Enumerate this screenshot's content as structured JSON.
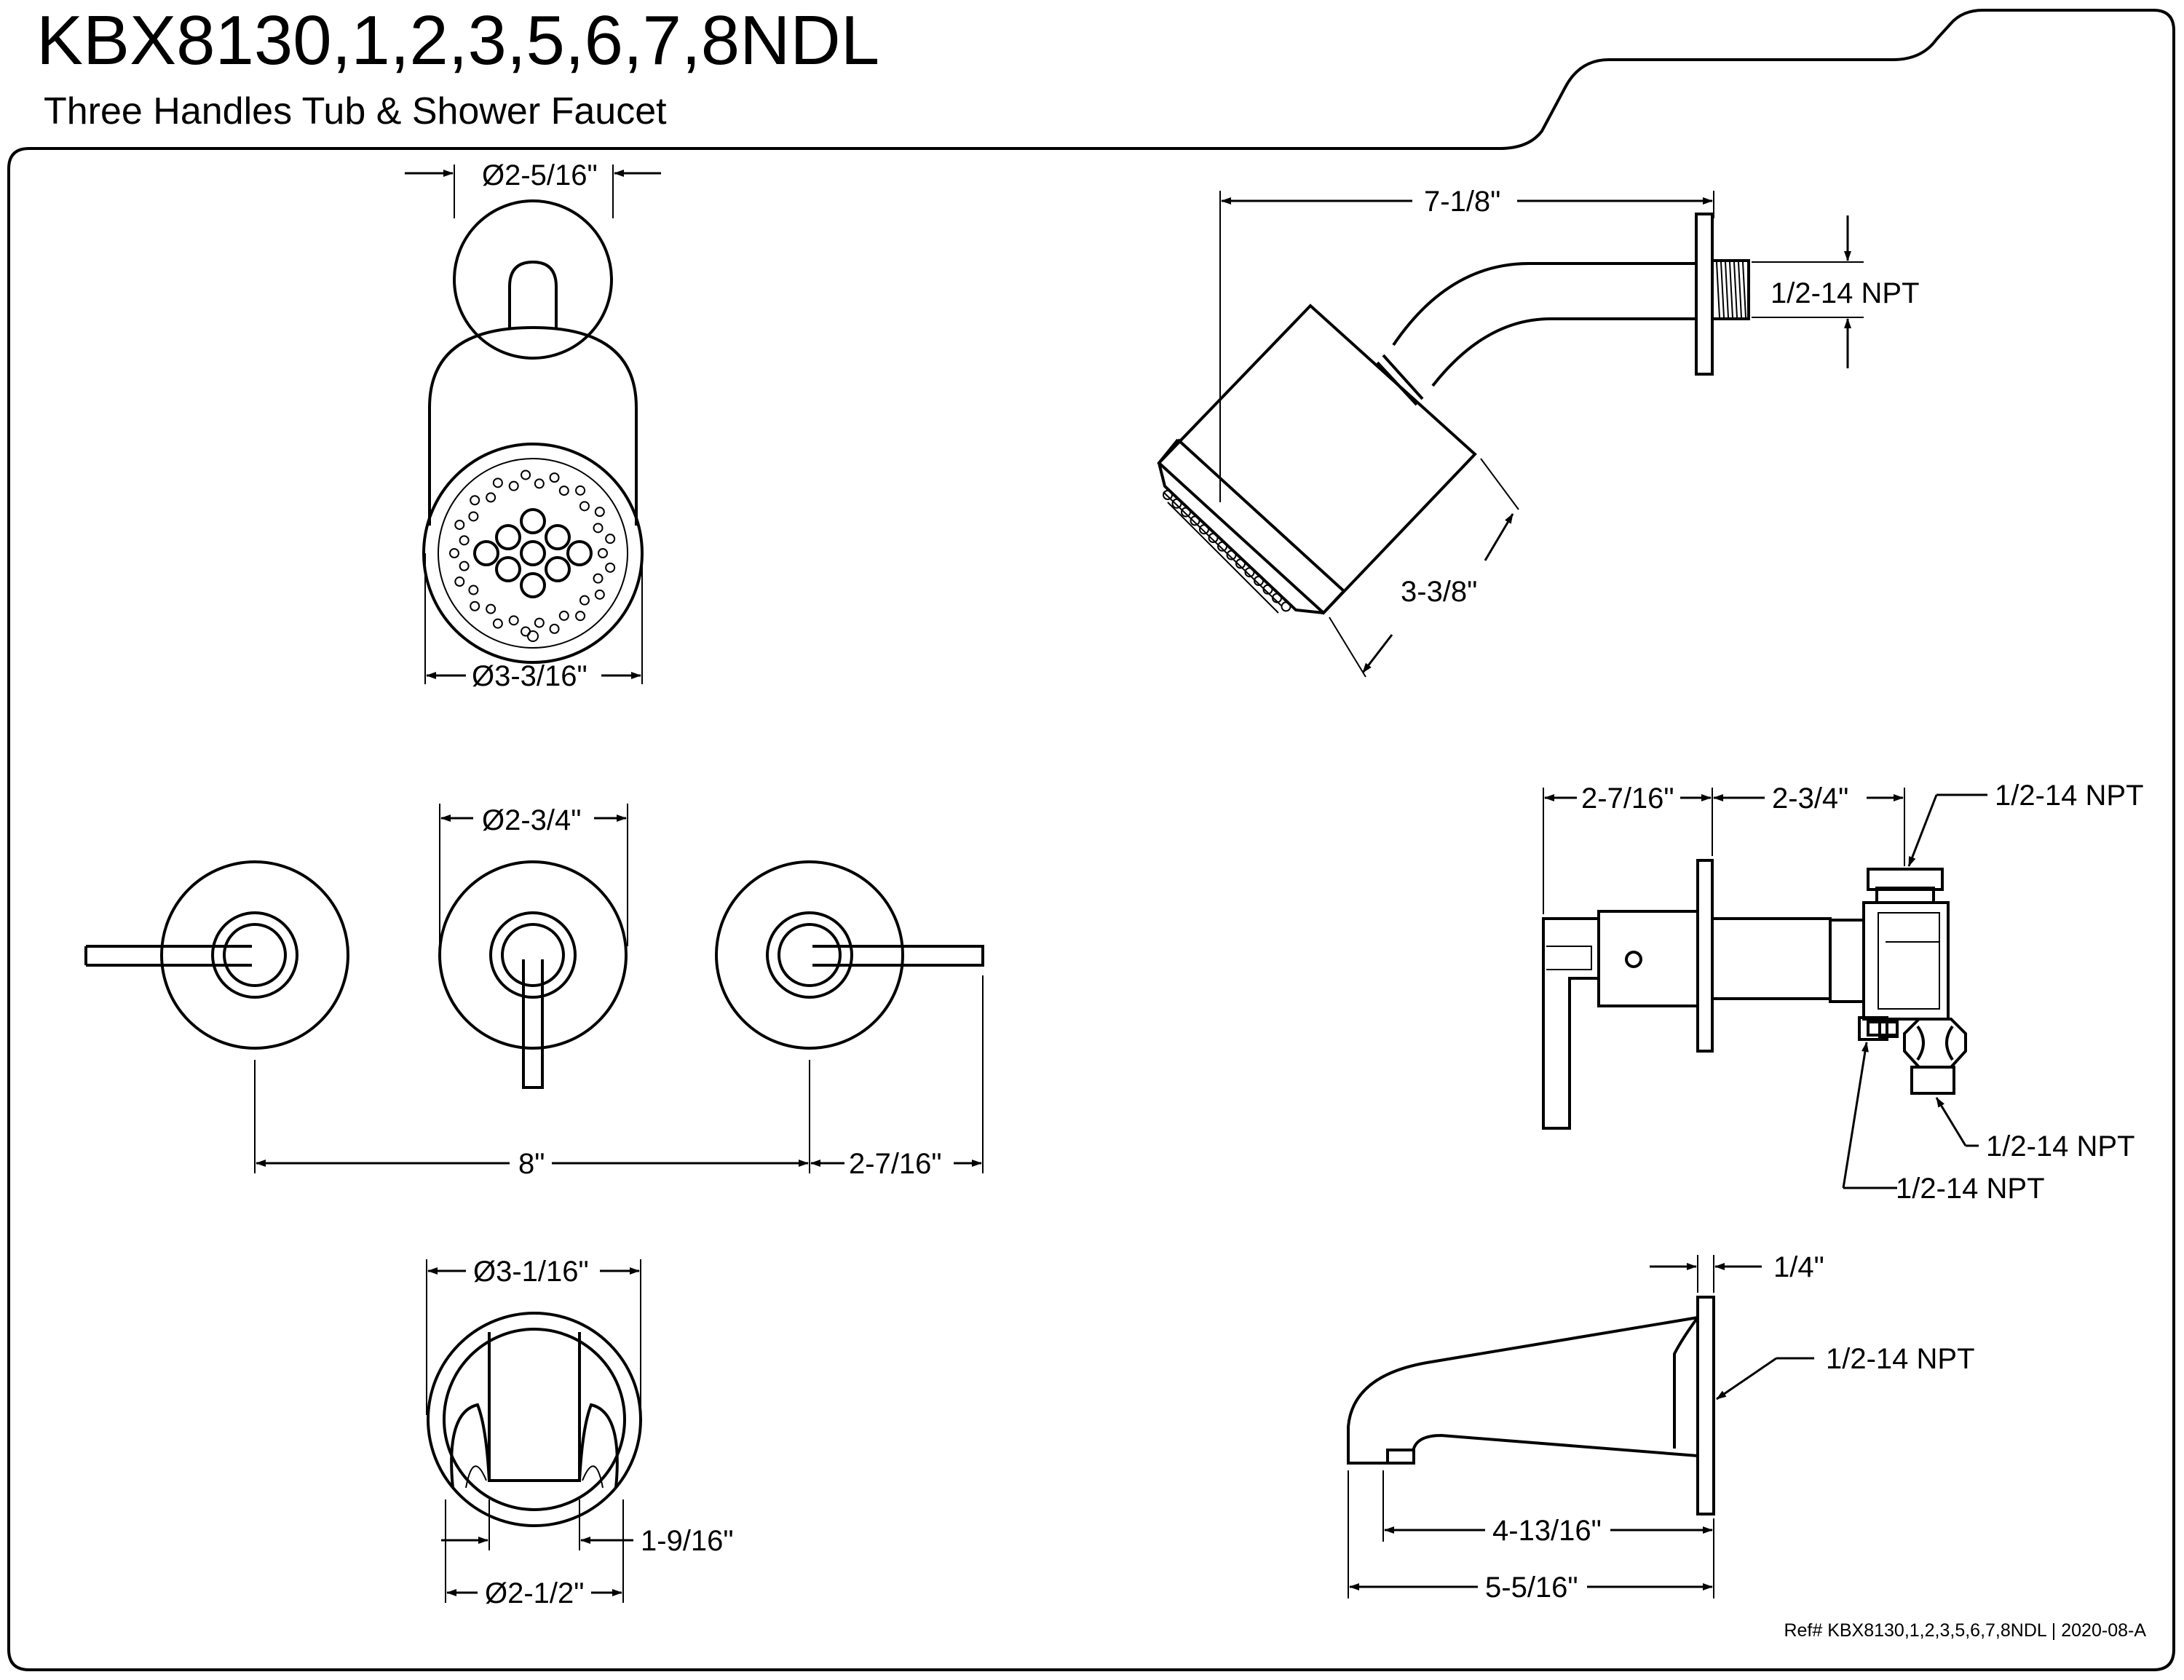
{
  "header": {
    "model": "KBX8130,1,2,3,5,6,7,8NDL",
    "subtitle": "Three Handles Tub & Shower Faucet"
  },
  "showerhead_front": {
    "arm_flange_diameter": "Ø2-5/16\"",
    "head_diameter": "Ø3-3/16\""
  },
  "showerhead_side": {
    "arm_length": "7-1/8\"",
    "arm_thread": "1/2-14 NPT",
    "head_depth": "3-3/8\""
  },
  "handles_front": {
    "escutcheon_diameter": "Ø2-3/4\"",
    "handle_spread": "8\"",
    "handle_length": "2-7/16\""
  },
  "valve_side": {
    "handle_depth": "2-7/16\"",
    "body_depth": "2-3/4\"",
    "top_outlet": "1/2-14 NPT",
    "bottom_outlet": "1/2-14 NPT",
    "inlet": "1/2-14 NPT"
  },
  "spout_front": {
    "flange_diameter": "Ø3-1/16\"",
    "opening_width": "1-9/16\"",
    "body_diameter": "Ø2-1/2\""
  },
  "spout_side": {
    "flange_thickness": "1/4\"",
    "thread": "1/2-14 NPT",
    "reach_to_outlet": "4-13/16\"",
    "overall_reach": "5-5/16\""
  },
  "footer": {
    "reference": "Ref# KBX8130,1,2,3,5,6,7,8NDL | 2020-08-A"
  }
}
